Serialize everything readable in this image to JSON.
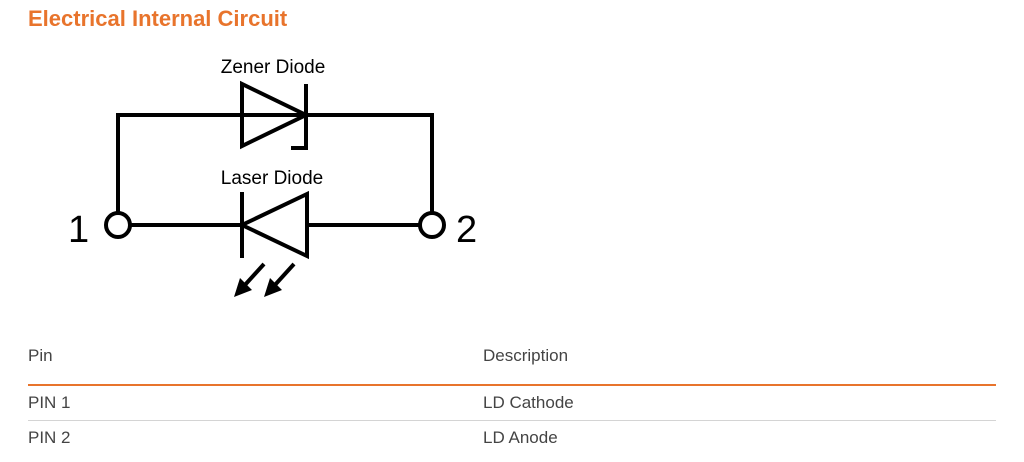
{
  "title": "Electrical Internal Circuit",
  "circuit": {
    "zener_label": "Zener Diode",
    "laser_label": "Laser Diode",
    "pin1_label": "1",
    "pin2_label": "2",
    "line_color": "#000000"
  },
  "table": {
    "headers": {
      "pin": "Pin",
      "description": "Description"
    },
    "rows": [
      {
        "pin": "PIN 1",
        "description": "LD Cathode"
      },
      {
        "pin": "PIN 2",
        "description": "LD Anode"
      }
    ],
    "accent_color": "#e8742c"
  }
}
